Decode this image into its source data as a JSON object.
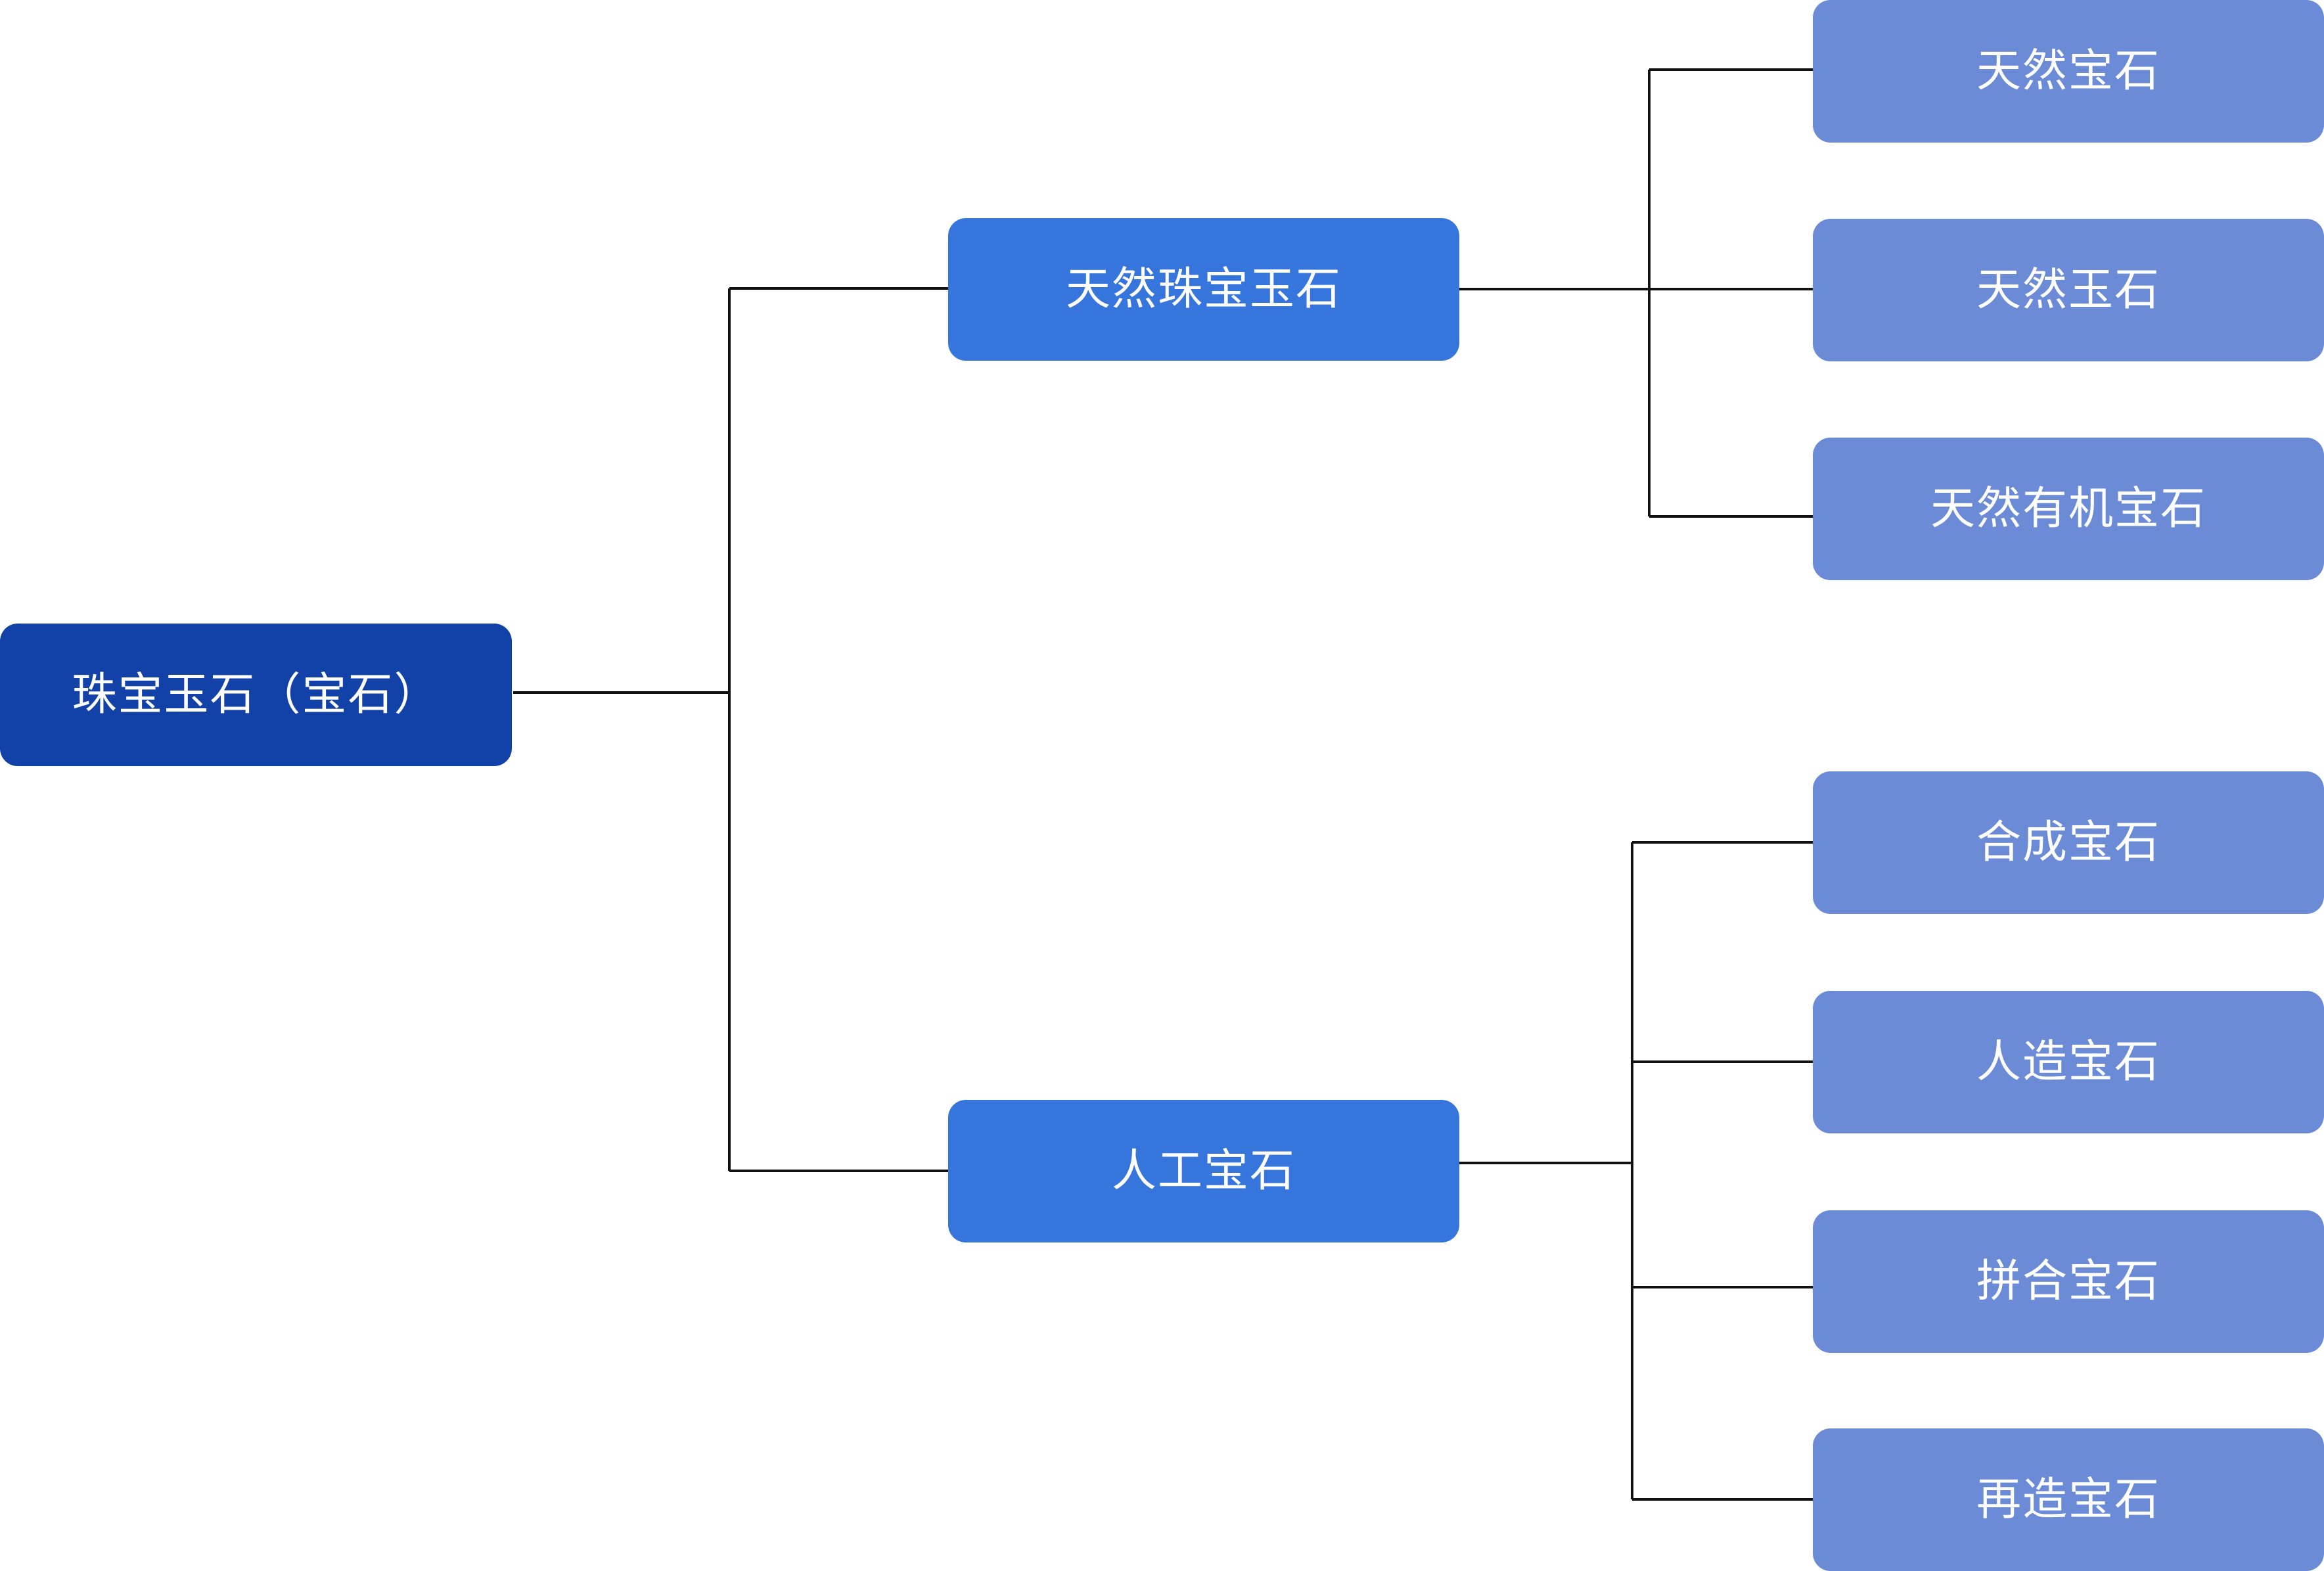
{
  "diagram": {
    "root": {
      "label": "珠宝玉石（宝石）"
    },
    "branches": [
      {
        "label": "天然珠宝玉石",
        "children": [
          "天然宝石",
          "天然玉石",
          "天然有机宝石"
        ]
      },
      {
        "label": "人工宝石",
        "children": [
          "合成宝石",
          "人造宝石",
          "拼合宝石",
          "再造宝石"
        ]
      }
    ]
  },
  "colors": {
    "root": "#1242a8",
    "branch": "#3575dc",
    "leaf": "#6b8bd6",
    "connector": "#111111",
    "text": "#ffffff",
    "background": "#ffffff"
  }
}
